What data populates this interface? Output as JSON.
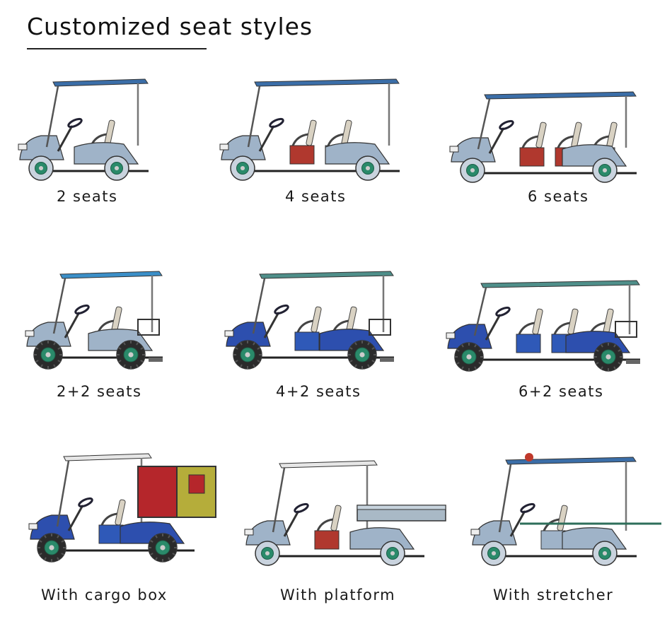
{
  "header": {
    "title": "Customized seat styles"
  },
  "variants": [
    {
      "label": "2 seats"
    },
    {
      "label": "4 seats"
    },
    {
      "label": "6 seats"
    },
    {
      "label": "2+2 seats"
    },
    {
      "label": "4+2 seats"
    },
    {
      "label": "6+2 seats"
    },
    {
      "label": "With cargo box"
    },
    {
      "label": "With platform"
    },
    {
      "label": "With stretcher"
    }
  ],
  "colors": {
    "roof_blue": "#3b6ea8",
    "roof_teal": "#4f8f8a",
    "body_gray": "#9fb3c8",
    "body_blue": "#2d4fae",
    "seat_red": "#b0382e",
    "seat_blue": "#2f59b8",
    "seat_brown": "#b87a3c",
    "cargo_red": "#b5262b",
    "cargo_olive": "#b5ad3a",
    "wheel_green": "#2a8a6a",
    "tire_dark": "#2b2b2b"
  }
}
